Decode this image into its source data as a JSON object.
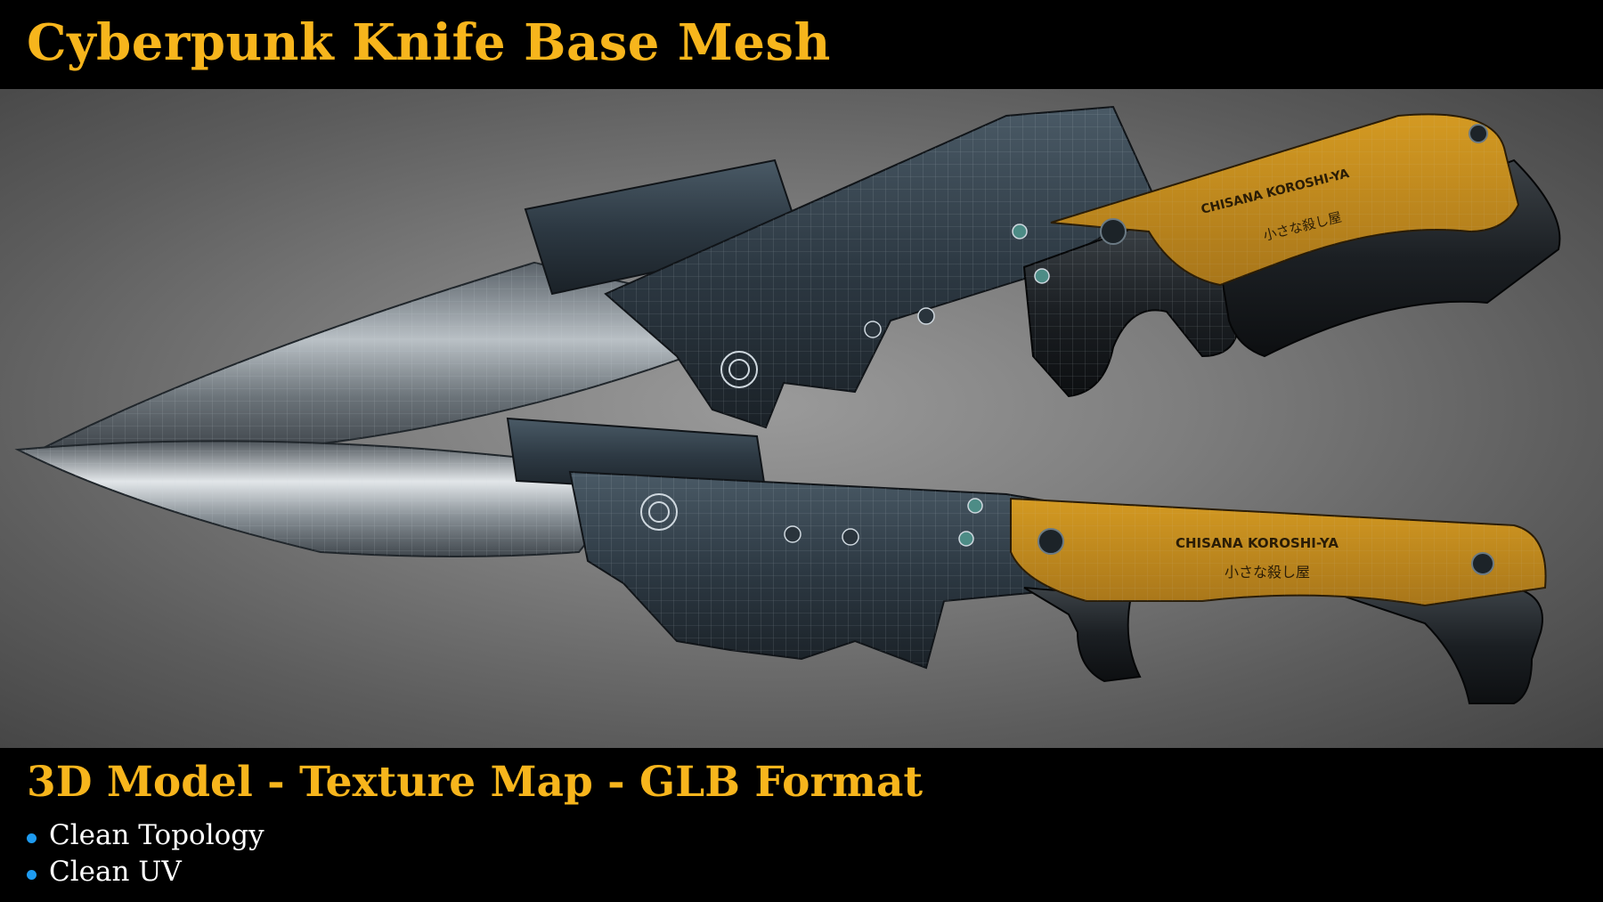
{
  "title": "Cyberpunk Knife Base Mesh",
  "subtitle": "3D Model - Texture Map - GLB Format",
  "features": [
    "Clean Topology",
    "Clean UV"
  ],
  "knife_branding": {
    "brand": "CHISANA KOROSHI-YA",
    "brand_jp": "小さな殺し屋"
  },
  "colors": {
    "title": "#f7b51c",
    "bullet": "#1e9bf0",
    "handle": "#c8901e",
    "metal": "#2e3a44",
    "blade": "#9aa3aa"
  }
}
